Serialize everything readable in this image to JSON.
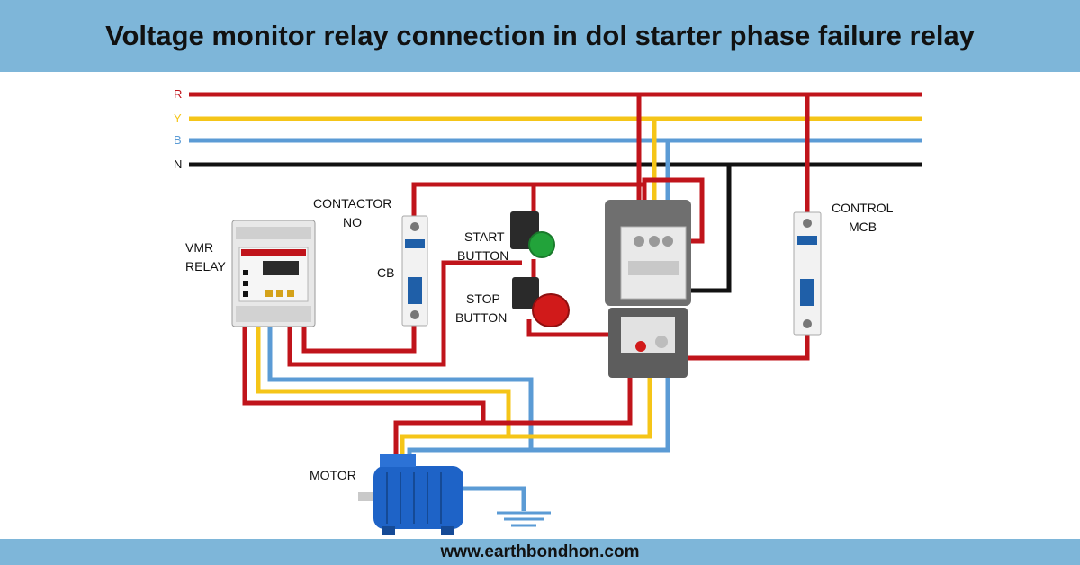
{
  "header": {
    "title": "Voltage monitor relay connection in dol starter phase failure relay"
  },
  "footer": {
    "website": "www.earthbondhon.com"
  },
  "phases": [
    {
      "label": "R",
      "color": "#c0141b"
    },
    {
      "label": "Y",
      "color": "#f5c518"
    },
    {
      "label": "B",
      "color": "#5b9bd5"
    },
    {
      "label": "N",
      "color": "#111111"
    }
  ],
  "labels": {
    "vmr_relay_1": "VMR",
    "vmr_relay_2": "RELAY",
    "contactor_no_1": "CONTACTOR",
    "contactor_no_2": "NO",
    "cb": "CB",
    "start_button_1": "START",
    "start_button_2": "BUTTON",
    "stop_button_1": "STOP",
    "stop_button_2": "BUTTON",
    "control_mcb_1": "CONTROL",
    "control_mcb_2": "MCB",
    "motor": "MOTOR"
  }
}
